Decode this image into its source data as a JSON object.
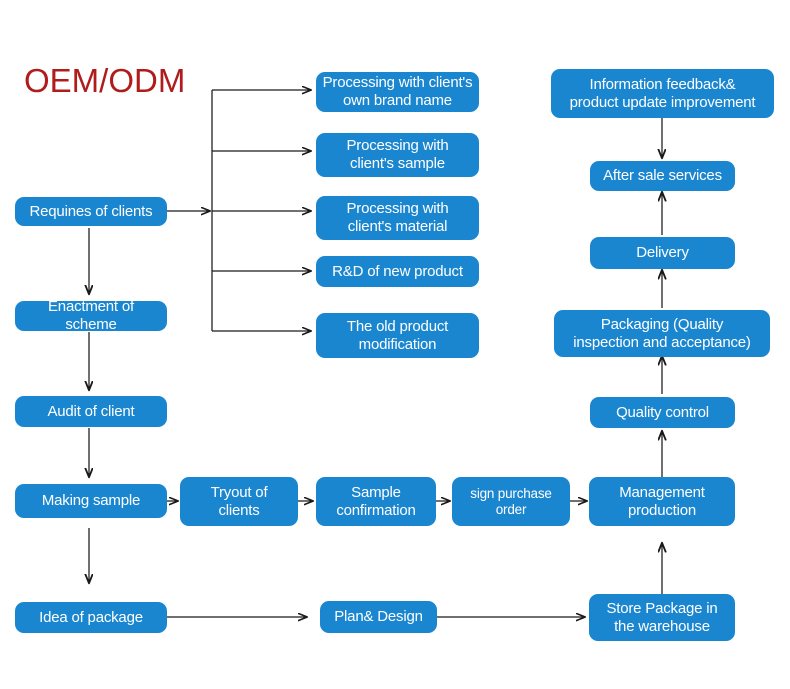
{
  "diagram": {
    "title": "OEM/ODM",
    "title_color": "#b01c1c",
    "node_color": "#1a86d0",
    "node_text_color": "#ffffff",
    "edge_color": "#1a1a1a",
    "background": "#ffffff"
  },
  "nodes": {
    "requines_of_clients": "Requines of clients",
    "enactment_of_scheme": "Enactment of scheme",
    "audit_of_client": "Audit of client",
    "making_sample": "Making sample",
    "idea_of_package": "Idea of package",
    "processing_own_brand": "Processing with client's\nown brand name",
    "processing_client_sample": "Processing with\nclient's sample",
    "processing_client_material": "Processing with\nclient's material",
    "rd_new_product": "R&D of new product",
    "old_product_modification": "The old product\nmodification",
    "tryout_of_clients": "Tryout of\nclients",
    "sample_confirmation": "Sample\nconfirmation",
    "sign_purchase_order": "sign purchase\norder",
    "plan_design": "Plan& Design",
    "information_feedback": "Information feedback&\nproduct update improvement",
    "after_sale_services": "After sale services",
    "delivery": "Delivery",
    "packaging_quality": "Packaging (Quality\ninspection and acceptance)",
    "quality_control": "Quality control",
    "management_production": "Management\nproduction",
    "store_package_warehouse": "Store Package in\nthe warehouse"
  }
}
